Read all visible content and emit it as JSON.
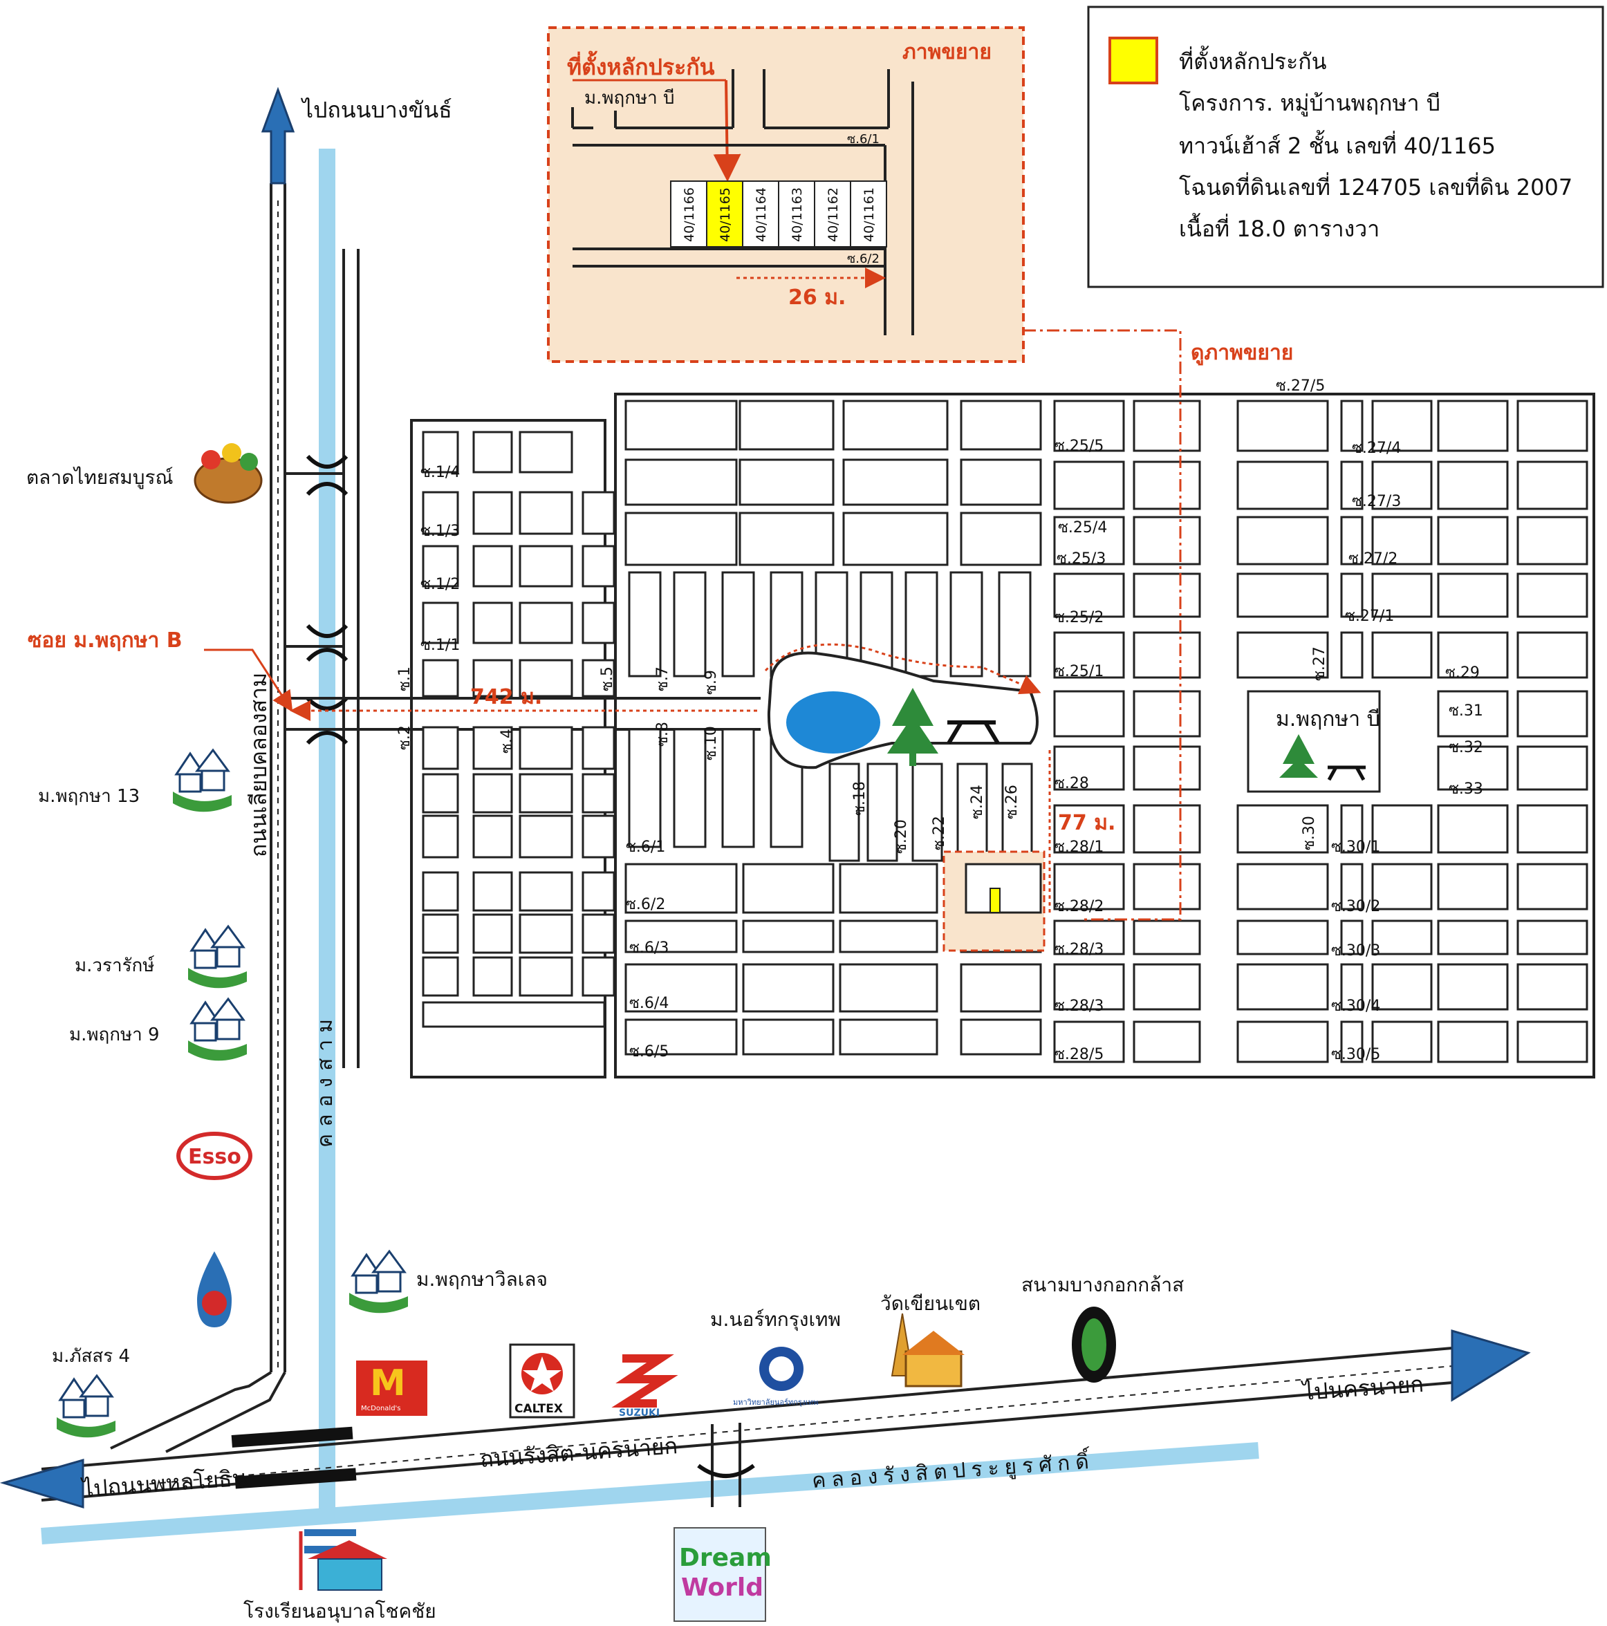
{
  "legend": {
    "swatch_color": "#ffff00",
    "lines": [
      "ที่ตั้งหลักประกัน",
      "โครงการ. หมู่บ้านพฤกษา บี",
      "ทาวน์เฮ้าส์ 2 ชั้น เลขที่ 40/1165",
      "โฉนดที่ดินเลขที่ 124705 เลขที่ดิน 2007",
      "เนื้อที่ 18.0 ตารางวา"
    ]
  },
  "inset": {
    "title": "ภาพขยาย",
    "pointer_label": "ที่ตั้งหลักประกัน",
    "village": "ม.พฤกษา บี",
    "soi_top": "ซ.6/1",
    "soi_bottom": "ซ.6/2",
    "distance": "26 ม.",
    "units": [
      "40/1166",
      "40/1165",
      "40/1164",
      "40/1163",
      "40/1162",
      "40/1161"
    ],
    "highlight_color": "#ffff00",
    "bg_color": "#f9e4cc"
  },
  "view_enlarged": "ดูภาพขยาย",
  "roads": {
    "north_arrow": "ไปถนนบางขันธ์",
    "main_road": "ถนนเลียบคลองสาม",
    "canal_vertical": "คลองสาม",
    "soi_label": "ซอย ม.พฤกษา B",
    "distance_742": "742 ม.",
    "distance_77": "77 ม.",
    "rangsit_road": "ถนนรังสิต-นครนายก",
    "to_nakhon_nayok": "ไปนครนายก",
    "to_phahon": "ไปถนนพหลโยธิน",
    "canal_rangsit": "คลองรังสิตประยูรศักดิ์"
  },
  "landmarks": {
    "market": "ตลาดไทยสมบูรณ์",
    "pruksa13": "ม.พฤกษา 13",
    "wararak": "ม.วรารักษ์",
    "pruksa9": "ม.พฤกษา 9",
    "pruksa_village": "ม.พฤกษาวิลเลจ",
    "phatsorn": "ม.ภัสสร 4",
    "north_bkk": "ม.นอร์ทกรุงเทพ",
    "wat": "วัดเขียนเขต",
    "stadium": "สนามบางกอกกล้าส",
    "school": "โรงเรียนอนุบาลโชคชัย",
    "project": "ม.พฤกษา บี",
    "esso": "Esso",
    "mcd": "McDonald's",
    "caltex": "CALTEX",
    "suzuki": "SUZUKI",
    "dream": "Dream",
    "world": "World",
    "nbu_caption": "มหาวิทยาลัยนอร์ทกรุงเทพ"
  },
  "soi": {
    "s1_4": "ซ.1/4",
    "s1_3": "ซ.1/3",
    "s1_2": "ซ.1/2",
    "s1_1": "ซ.1/1",
    "s1": "ซ.1",
    "s2": "ซ.2",
    "s4": "ซ.4",
    "s5": "ซ.5",
    "s7": "ซ.7",
    "s8": "ซ.8",
    "s9": "ซ.9",
    "s10": "ซ.10",
    "s18": "ซ.18",
    "s20": "ซ.20",
    "s22": "ซ.22",
    "s24": "ซ.24",
    "s26": "ซ.26",
    "s6_1": "ซ.6/1",
    "s6_2": "ซ.6/2",
    "s6_3": "ซ.6/3",
    "s6_4": "ซ.6/4",
    "s6_5": "ซ.6/5",
    "s25_5": "ซ.25/5",
    "s25_4": "ซ.25/4",
    "s25_3": "ซ.25/3",
    "s25_2": "ซ.25/2",
    "s25_1": "ซ.25/1",
    "s27_5": "ซ.27/5",
    "s27_4": "ซ.27/4",
    "s27_3": "ซ.27/3",
    "s27_2": "ซ.27/2",
    "s27_1": "ซ.27/1",
    "s27": "ซ.27",
    "s28": "ซ.28",
    "s28_1": "ซ.28/1",
    "s28_2": "ซ.28/2",
    "s28_3a": "ซ.28/3",
    "s28_3b": "ซ.28/3",
    "s28_5": "ซ.28/5",
    "s29": "ซ.29",
    "s31": "ซ.31",
    "s32": "ซ.32",
    "s33": "ซ.33",
    "s30": "ซ.30",
    "s30_1": "ซ.30/1",
    "s30_2": "ซ.30/2",
    "s30_3": "ซ.30/3",
    "s30_4": "ซ.30/4",
    "s30_5": "ซ.30/5"
  },
  "colors": {
    "accent_red": "#d8411a",
    "canal_blue": "#9fd5ee",
    "lake_blue": "#1e88d6",
    "arrow_blue": "#2a6fb5",
    "tree_green": "#2e8b3a"
  }
}
